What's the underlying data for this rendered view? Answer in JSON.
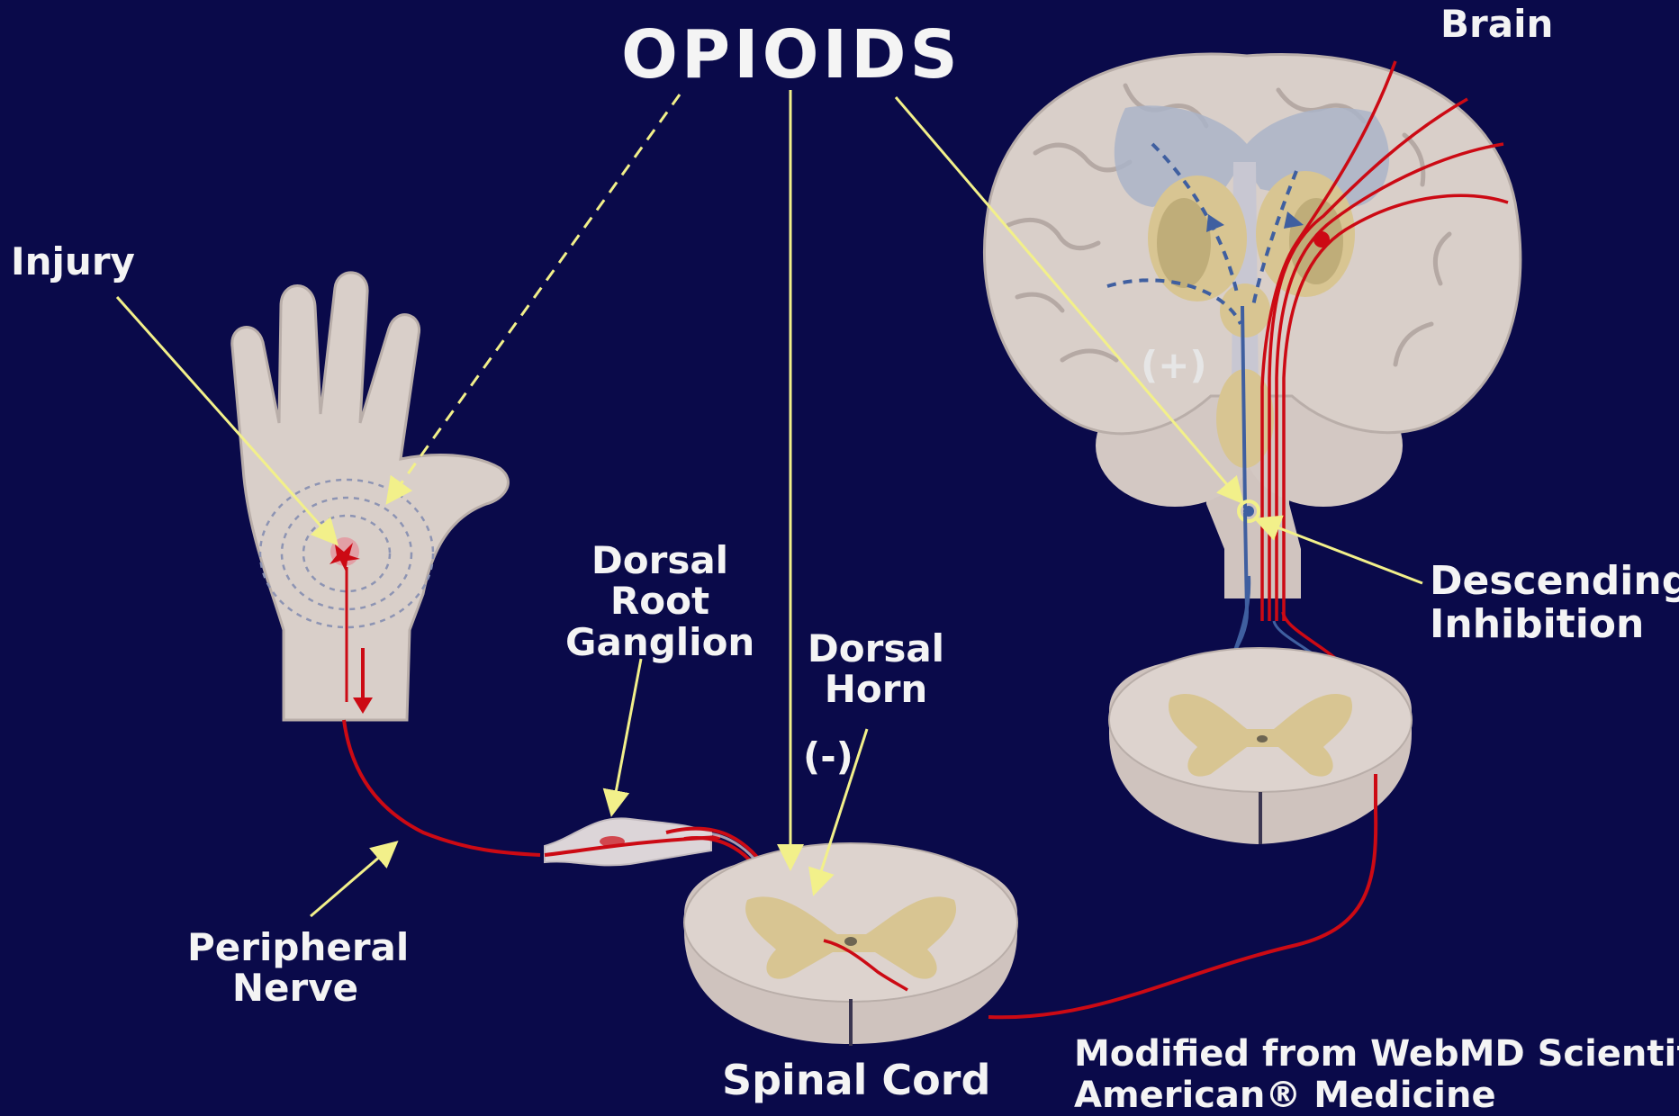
{
  "title": "OPIOIDS",
  "labels": {
    "brain": "Brain",
    "injury": "Injury",
    "dorsal_root_ganglion": [
      "Dorsal",
      "Root",
      "Ganglion"
    ],
    "dorsal_horn": [
      "Dorsal",
      "Horn"
    ],
    "inhibit_sign": "(-)",
    "excite_sign": "(+)",
    "descending_inhibition": [
      "Descending",
      "Inhibition"
    ],
    "peripheral_nerve": [
      "Peripheral",
      "Nerve"
    ],
    "spinal_cord": "Spinal Cord"
  },
  "credit": [
    "Modified from WebMD Scientific",
    "American® Medicine"
  ],
  "colors": {
    "background": "#0a0a4a",
    "pain_pathway": "#cc0a14",
    "inhibitory_pathway": "#3f5fa0",
    "pointer": "#f2f08a",
    "tissue": "#d9cfc9",
    "grey_matter": "#d8c592"
  }
}
